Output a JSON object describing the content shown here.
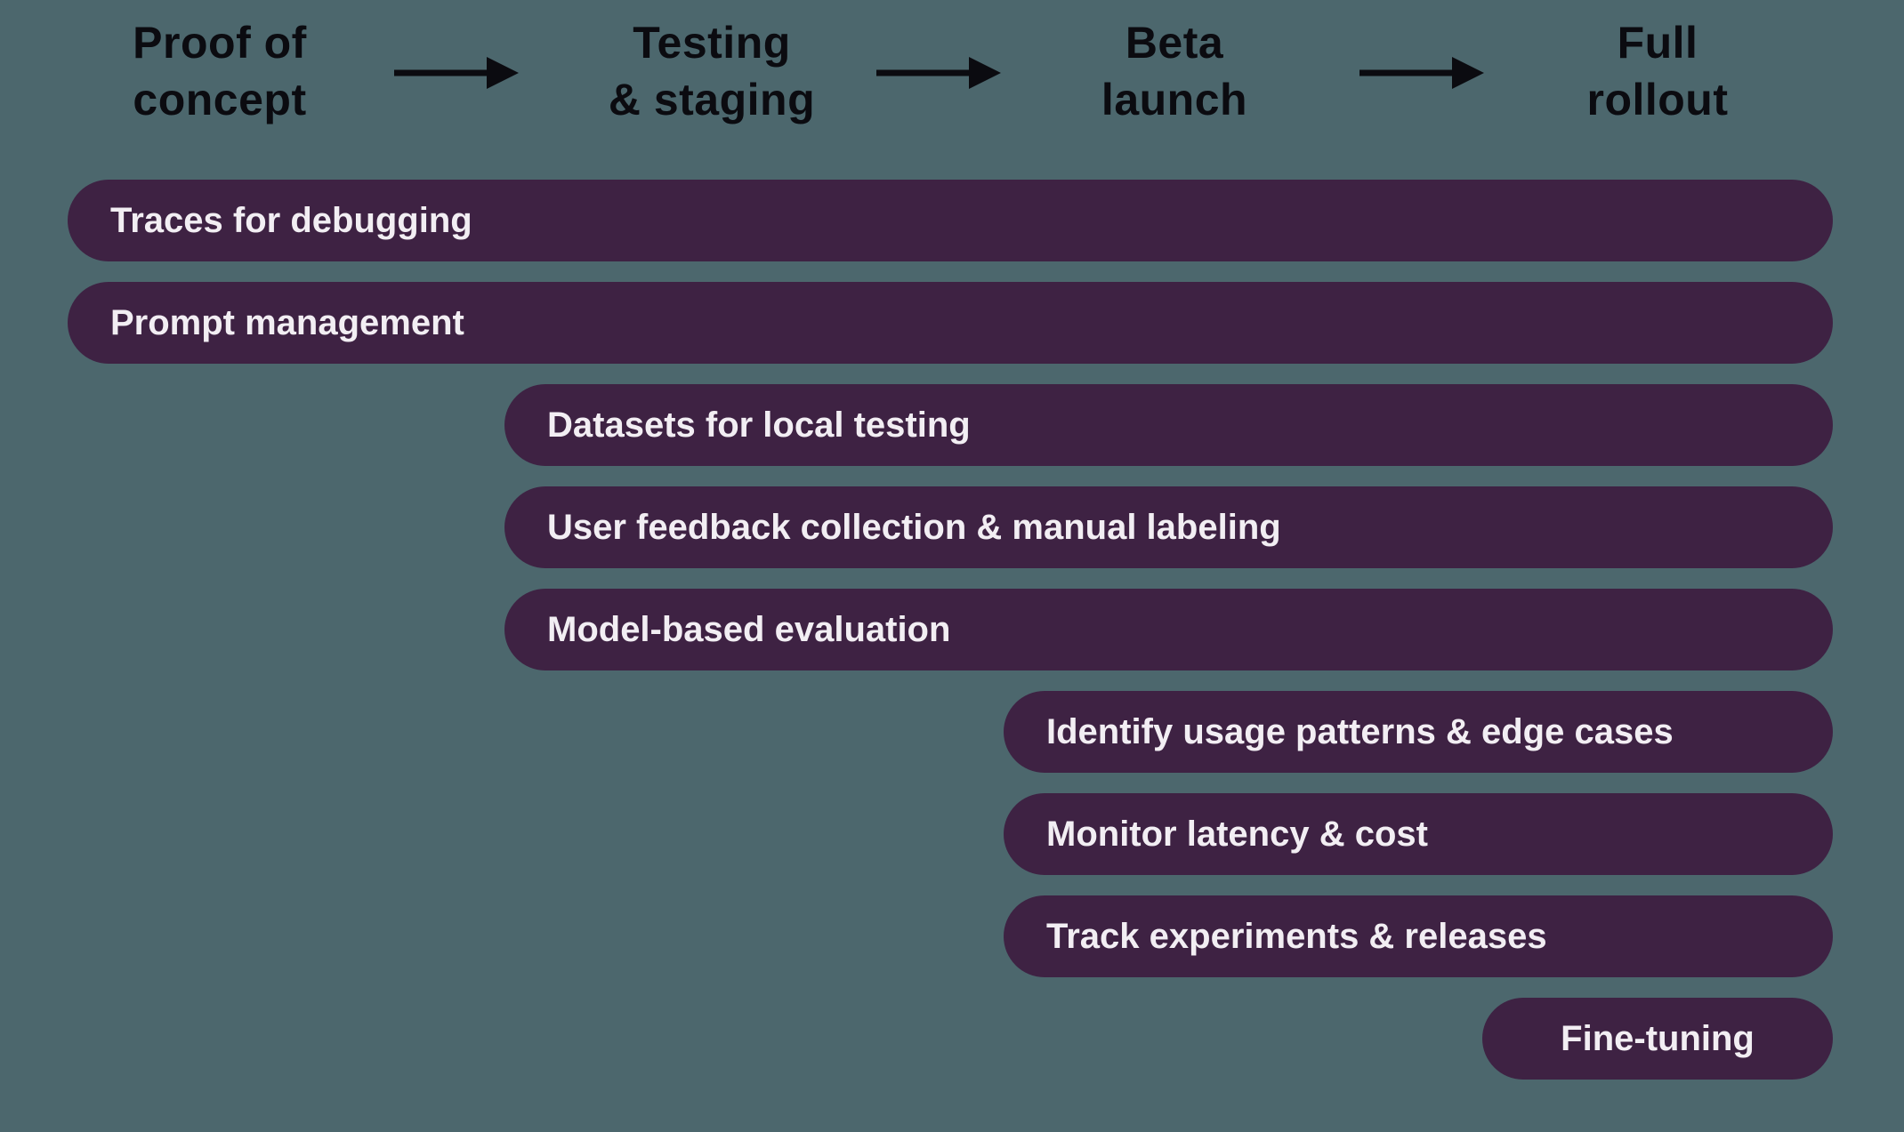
{
  "diagram": {
    "type": "rollout-timeline",
    "colors": {
      "background": "#4C676D",
      "bar_fill": "#3E2243",
      "bar_text": "#F2EEF3",
      "stage_text": "#0B0B10",
      "arrow": "#0B0B10"
    },
    "stages": [
      {
        "label": "Proof of\nconcept"
      },
      {
        "label": "Testing\n& staging"
      },
      {
        "label": "Beta\nlaunch"
      },
      {
        "label": "Full\nrollout"
      }
    ],
    "bars": [
      {
        "label": "Traces for debugging",
        "starts_at": "Proof of concept",
        "ends_at": "Full rollout"
      },
      {
        "label": "Prompt management",
        "starts_at": "Proof of concept",
        "ends_at": "Full rollout"
      },
      {
        "label": "Datasets for local testing",
        "starts_at": "Testing & staging",
        "ends_at": "Full rollout"
      },
      {
        "label": "User feedback collection & manual labeling",
        "starts_at": "Testing & staging",
        "ends_at": "Full rollout"
      },
      {
        "label": "Model-based evaluation",
        "starts_at": "Testing & staging",
        "ends_at": "Full rollout"
      },
      {
        "label": "Identify usage patterns & edge cases",
        "starts_at": "Beta launch",
        "ends_at": "Full rollout"
      },
      {
        "label": "Monitor latency & cost",
        "starts_at": "Beta launch",
        "ends_at": "Full rollout"
      },
      {
        "label": "Track experiments & releases",
        "starts_at": "Beta launch",
        "ends_at": "Full rollout"
      },
      {
        "label": "Fine-tuning",
        "starts_at": "Full rollout",
        "ends_at": "Full rollout"
      }
    ]
  }
}
